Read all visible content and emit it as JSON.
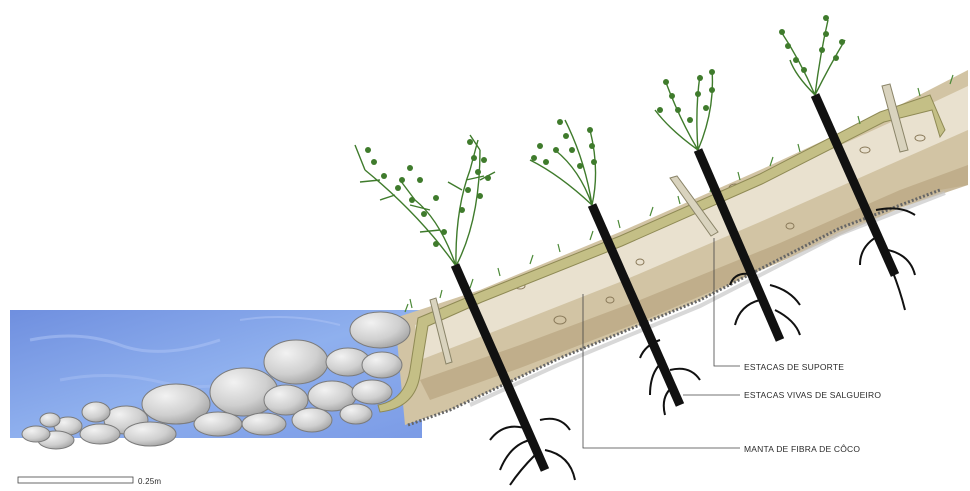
{
  "labels": {
    "support_stakes": "ESTACAS DE SUPORTE",
    "live_willow_stakes": "ESTACAS VIVAS DE SALGUEIRO",
    "coir_blanket": "MANTA DE FIBRA DE CÔCO"
  },
  "scale_bar": {
    "label": "0.25m"
  },
  "colors": {
    "water": "#7f9de4",
    "soil_light": "#e9e1cf",
    "soil_mid": "#d2c4a4",
    "soil_dark": "#bca985",
    "stones": "#cfcfcf",
    "coir_blanket": "#c4bf86",
    "stake": "#111111",
    "leaves": "#3f7b2c",
    "grass": "#4c8a38"
  },
  "icons": {
    "stake": "live-stake-icon",
    "leaf": "leaf-icon"
  }
}
